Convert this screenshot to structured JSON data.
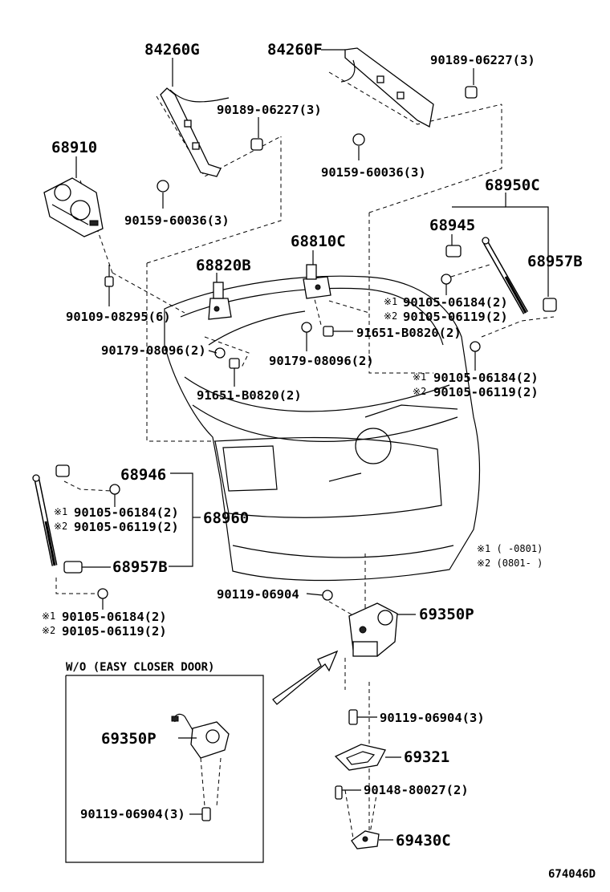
{
  "labels": {
    "p84260G": "84260G",
    "p84260F": "84260F",
    "screw_06227_a": "90189-06227(3)",
    "screw_06227_b": "90189-06227(3)",
    "p68910": "68910",
    "bolt_60036_a": "90159-60036(3)",
    "bolt_60036_b": "90159-60036(3)",
    "p68950C": "68950C",
    "p68945": "68945",
    "p68957B_top": "68957B",
    "p68810C": "68810C",
    "p68820B": "68820B",
    "bolt_08295": "90109-08295(6)",
    "bolt_08096_a": "90179-08096(2)",
    "bolt_08096_b": "90179-08096(2)",
    "bolt_B0820_a": "91651-B0820(2)",
    "bolt_B0820_b": "91651-B0820(2)",
    "bolt_06184_a": "90105-06184(2)",
    "bolt_06119_a": "90105-06119(2)",
    "bolt_06184_b": "90105-06184(2)",
    "bolt_06119_b": "90105-06119(2)",
    "bolt_06184_c": "90105-06184(2)",
    "bolt_06119_c": "90105-06119(2)",
    "bolt_06184_d": "90105-06184(2)",
    "bolt_06119_d": "90105-06119(2)",
    "mark1": "※1",
    "mark2": "※2",
    "p68946": "68946",
    "p68960": "68960",
    "p68957B_bot": "68957B",
    "bolt_06904_single": "90119-06904",
    "p69350P_main": "69350P",
    "p69350P_inset": "69350P",
    "bolt_06904_3_main": "90119-06904(3)",
    "bolt_06904_3_inset": "90119-06904(3)",
    "p69321": "69321",
    "screw_80027": "90148-80027(2)",
    "p69430C": "69430C",
    "inset_title": "W/O (EASY CLOSER DOOR)",
    "note1": "※1 (    -0801)",
    "note2": "※2 (0801-    )",
    "diagram_code": "674046D"
  }
}
